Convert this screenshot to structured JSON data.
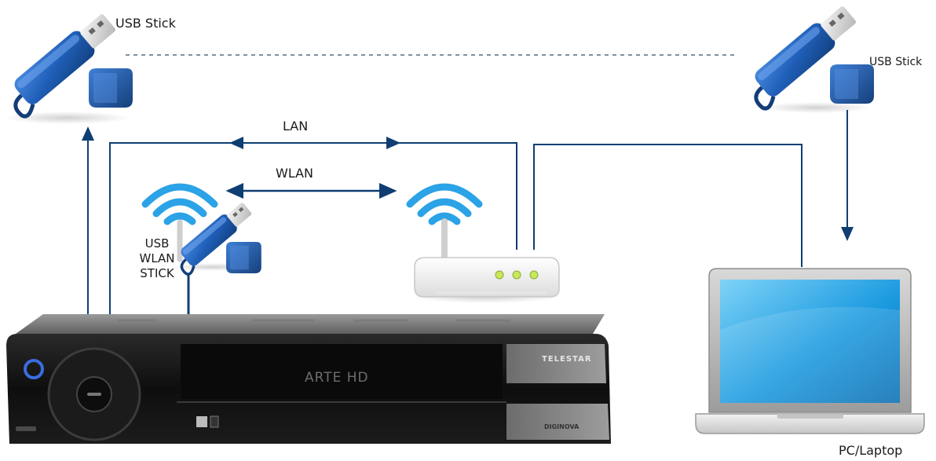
{
  "labels": {
    "usb_stick_left": "USB Stick",
    "usb_stick_right": "USB Stick",
    "lan": "LAN",
    "wlan": "WLAN",
    "usb_wlan_stick_line1": "USB",
    "usb_wlan_stick_line2": "WLAN",
    "usb_wlan_stick_line3": "STICK",
    "pc_laptop": "PC/Laptop"
  },
  "receiver": {
    "model_display": "ARTE HD",
    "brand": "TELESTAR",
    "sub_brand": "DIGINOVA"
  },
  "colors": {
    "line": "#0f3e73",
    "usb_blue": "#1f5fb8",
    "wifi_blue": "#2ba3e6",
    "dotted": "#7f8fa3",
    "router_led": "#c7e85a"
  }
}
